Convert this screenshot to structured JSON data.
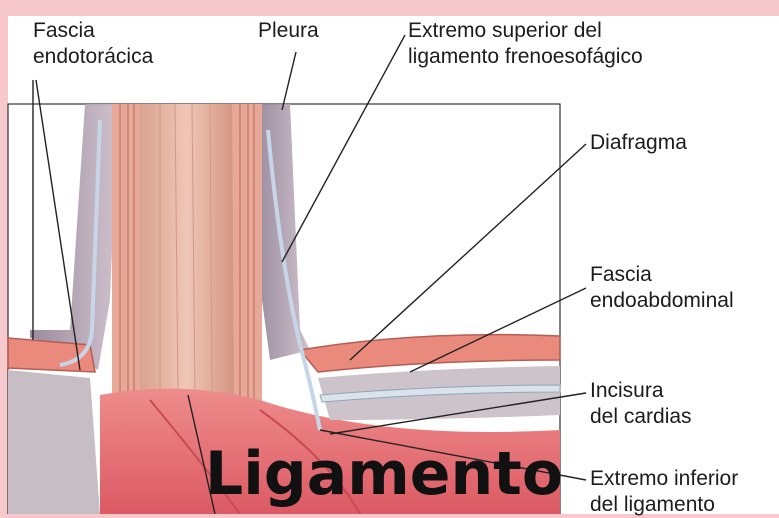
{
  "labels": {
    "fascia_endotoracica": [
      "Fascia",
      "endotorácica"
    ],
    "pleura": "Pleura",
    "extremo_superior": [
      "Extremo superior del",
      "ligamento frenoesofágico"
    ],
    "diafragma": "Diafragma",
    "fascia_endoabdominal": [
      "Fascia",
      "endoabdominal"
    ],
    "incisura": [
      "Incisura",
      "del cardias"
    ],
    "extremo_inferior": [
      "Extremo inferior",
      "del ligamento"
    ]
  },
  "caption": "Ligamento",
  "colors": {
    "page_bg": "#f7c9cc",
    "panel_bg": "#ffffff",
    "esophagus": "#e8b9a8",
    "muscle": "#e78a7e",
    "stomach": "#e56f74",
    "pleura": "#b4a3b2",
    "line": "#222222"
  }
}
